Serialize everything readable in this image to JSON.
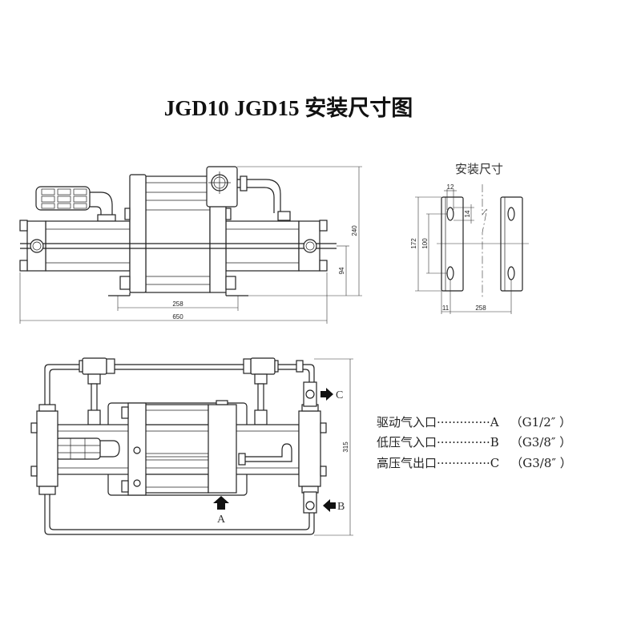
{
  "title": "JGD10 JGD15 安装尺寸图",
  "front_view": {
    "dims": {
      "overall_length": "650",
      "mount_spacing": "258",
      "overall_height": "240",
      "center_height": "94"
    }
  },
  "mounting_view": {
    "title": "安装尺寸",
    "dims": {
      "slot_width": "12",
      "slot_length": "14",
      "plate_height": "172",
      "slot_spacing": "100",
      "edge_offset": "11",
      "plate_spacing": "258"
    }
  },
  "top_view": {
    "dims": {
      "overall_width": "315"
    },
    "ports": {
      "a": "A",
      "b": "B",
      "c": "C"
    }
  },
  "legend": [
    {
      "label": "驱动气入口",
      "leader": "··············",
      "port": "A",
      "spec": "（G1/2″ ）"
    },
    {
      "label": "低压气入口",
      "leader": "··············",
      "port": "B",
      "spec": "（G3/8″ ）"
    },
    {
      "label": "高压气出口",
      "leader": "··············",
      "port": "C",
      "spec": "（G3/8″ ）"
    }
  ],
  "colors": {
    "line": "#222222",
    "background": "#ffffff"
  }
}
